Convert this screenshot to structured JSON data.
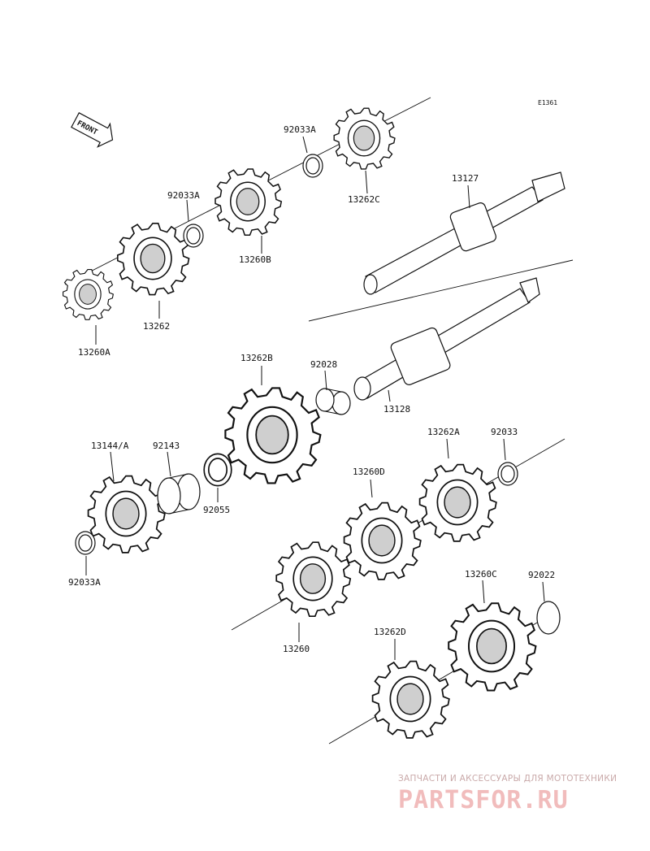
{
  "diagram_code": "E1361",
  "front_label": "FRONT",
  "parts": {
    "p92033A_top": "92033A",
    "p13262C": "13262C",
    "p13127": "13127",
    "p92033A_mid": "92033A",
    "p13260B": "13260B",
    "p13262": "13262",
    "p13260A": "13260A",
    "p13262B": "13262B",
    "p92028": "92028",
    "p13128": "13128",
    "p13144A": "13144/A",
    "p92143": "92143",
    "p92055": "92055",
    "p92033A_bot": "92033A",
    "p13262A": "13262A",
    "p92033": "92033",
    "p13260D": "13260D",
    "p13260": "13260",
    "p13260C": "13260C",
    "p92022": "92022",
    "p13262D": "13262D"
  },
  "watermark": {
    "subtitle": "ЗАПЧАСТИ И АКСЕССУАРЫ ДЛЯ МОТОТЕХНИКИ",
    "brand": "PARTSFOR.RU"
  },
  "colors": {
    "ink": "#111111",
    "watermark": "#f1bcbc"
  }
}
